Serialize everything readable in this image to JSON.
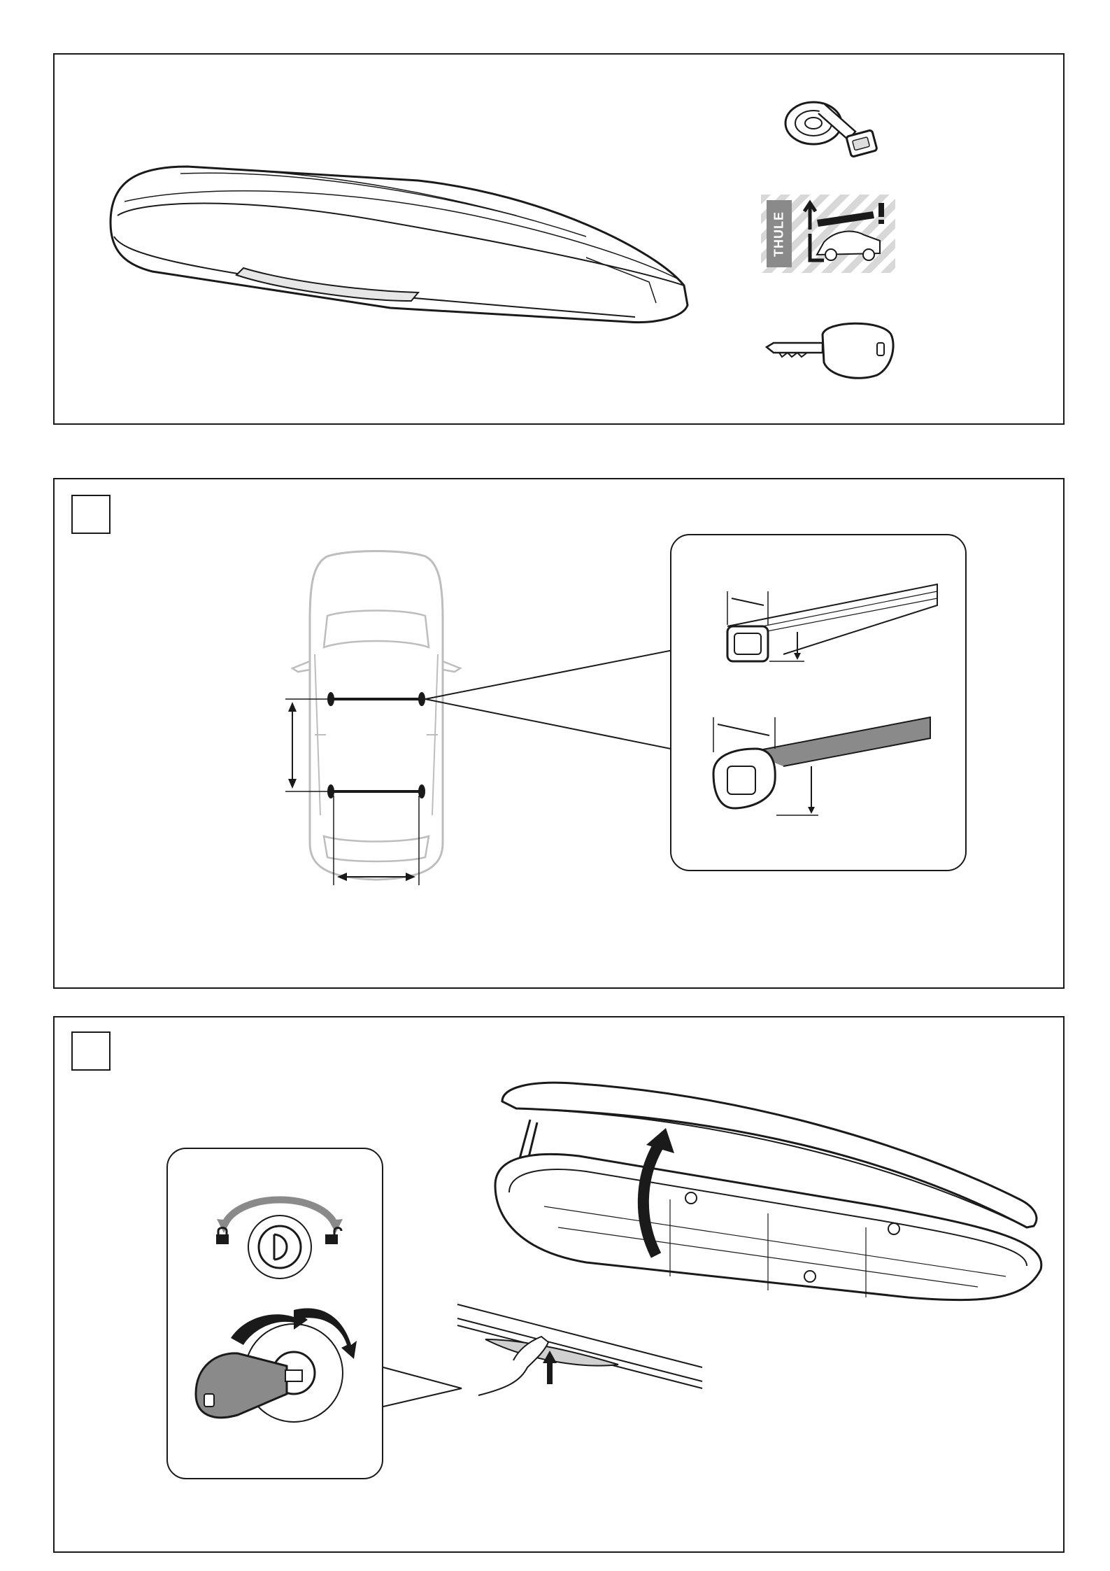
{
  "panels": [
    {
      "id": "contents",
      "step_label": ""
    },
    {
      "id": "bar-spacing",
      "step_label": ""
    },
    {
      "id": "open-box",
      "step_label": ""
    }
  ],
  "label_brand": "THULE",
  "icons": {
    "strap": "strap-icon",
    "warning_label": "warning-sticker-icon",
    "key": "key-icon",
    "lock": "lock-icon",
    "unlock": "unlock-icon"
  },
  "colors": {
    "line": "#1a1a1a",
    "car_outline": "#bdbdbd",
    "grey_fill": "#8a8a8a",
    "light_fill": "#ececec"
  }
}
